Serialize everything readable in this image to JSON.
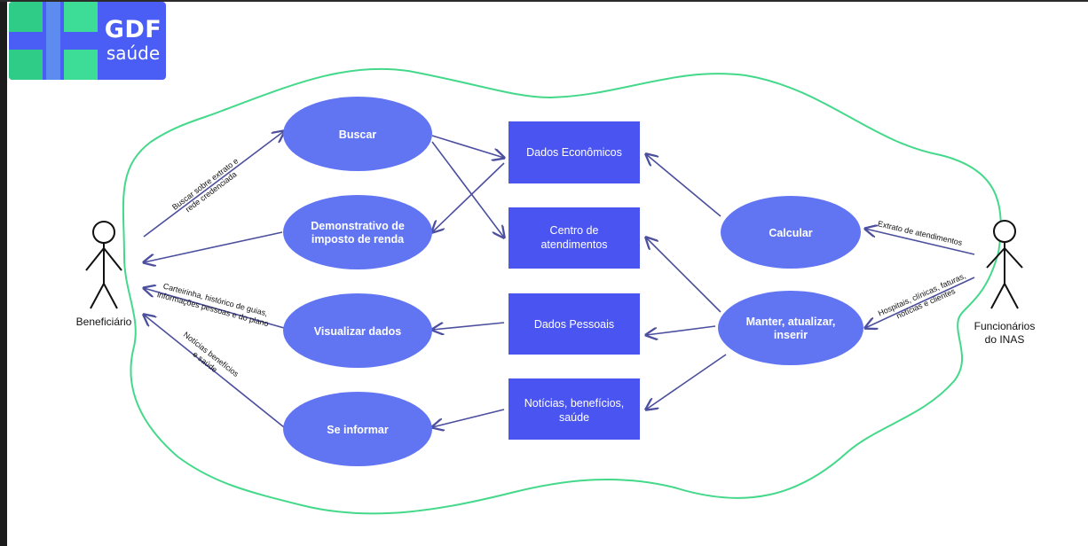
{
  "brand": {
    "name": "GDF",
    "subtitle": "saúde",
    "color": "#4a5ef5",
    "accent": "#3ddc97"
  },
  "colors": {
    "use_case": "#6175f3",
    "entity": "#4a54f1",
    "boundary": "#44d98a",
    "arrow": "#4b4f9e"
  },
  "actors": {
    "left": {
      "label": "Beneficiário"
    },
    "right": {
      "label_lines": [
        "Funcionários",
        "do INAS"
      ]
    }
  },
  "use_cases": {
    "buscar": {
      "lines": [
        "Buscar"
      ]
    },
    "demonstrativo": {
      "lines": [
        "Demonstrativo de",
        "imposto de renda"
      ]
    },
    "visualizar": {
      "lines": [
        "Visualizar dados"
      ]
    },
    "informar": {
      "lines": [
        "Se informar"
      ]
    },
    "calcular": {
      "lines": [
        "Calcular"
      ]
    },
    "manter": {
      "lines": [
        "Manter, atualizar,",
        "inserir"
      ]
    }
  },
  "entities": {
    "dados_economicos": {
      "lines": [
        "Dados Econômicos"
      ]
    },
    "centro": {
      "lines": [
        "Centro de",
        "atendimentos"
      ]
    },
    "dados_pessoais": {
      "lines": [
        "Dados Pessoais"
      ]
    },
    "noticias": {
      "lines": [
        "Notícias, benefícios,",
        "saúde"
      ]
    }
  },
  "edge_labels": {
    "buscar": [
      "Buscar sobre extrato e",
      "rede credenciada"
    ],
    "visualizar": [
      "Carteirinha, histórico de guias,",
      "informações pessoas e do plano"
    ],
    "informar": [
      "Notícias benefícios",
      "e saúde"
    ],
    "calcular": [
      "Extrato de atendimentos"
    ],
    "manter": [
      "Hospitais, clínicas, faturas,",
      "notícias e clientes"
    ]
  }
}
